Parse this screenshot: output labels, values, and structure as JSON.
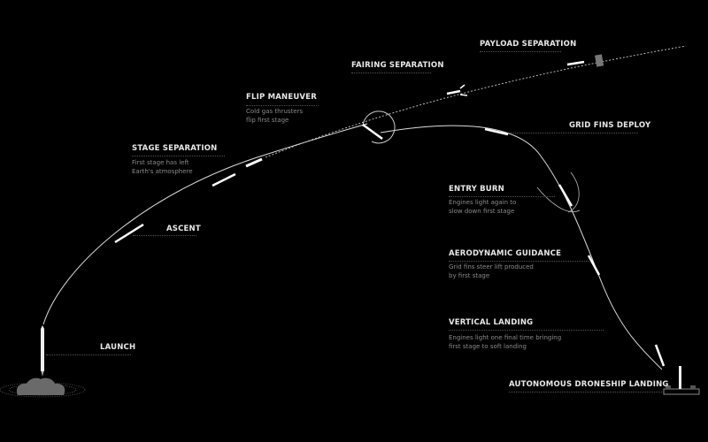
{
  "diagram": {
    "type": "rocket-mission-profile",
    "background": "#000000",
    "line_color": "#ffffff",
    "stages": [
      {
        "id": "launch",
        "title": "LAUNCH",
        "description": []
      },
      {
        "id": "ascent",
        "title": "ASCENT",
        "description": []
      },
      {
        "id": "stage-separation",
        "title": "STAGE SEPARATION",
        "description": [
          "First stage has left",
          "Earth's atmosphere"
        ]
      },
      {
        "id": "flip-maneuver",
        "title": "FLIP MANEUVER",
        "description": [
          "Cold gas thrusters",
          "flip first stage"
        ]
      },
      {
        "id": "fairing-separation",
        "title": "FAIRING SEPARATION",
        "description": []
      },
      {
        "id": "payload-separation",
        "title": "PAYLOAD SEPARATION",
        "description": []
      },
      {
        "id": "grid-fins-deploy",
        "title": "GRID FINS DEPLOY",
        "description": []
      },
      {
        "id": "entry-burn",
        "title": "ENTRY BURN",
        "description": [
          "Engines light again to",
          "slow down first stage"
        ]
      },
      {
        "id": "aerodynamic-guidance",
        "title": "AERODYNAMIC GUIDANCE",
        "description": [
          "Grid fins steer lift produced",
          "by first stage"
        ]
      },
      {
        "id": "vertical-landing",
        "title": "VERTICAL LANDING",
        "description": [
          "Engines light one final time bringing",
          "first stage to soft landing"
        ]
      },
      {
        "id": "droneship-landing",
        "title": "AUTONOMOUS DRONESHIP LANDING",
        "description": []
      }
    ]
  }
}
